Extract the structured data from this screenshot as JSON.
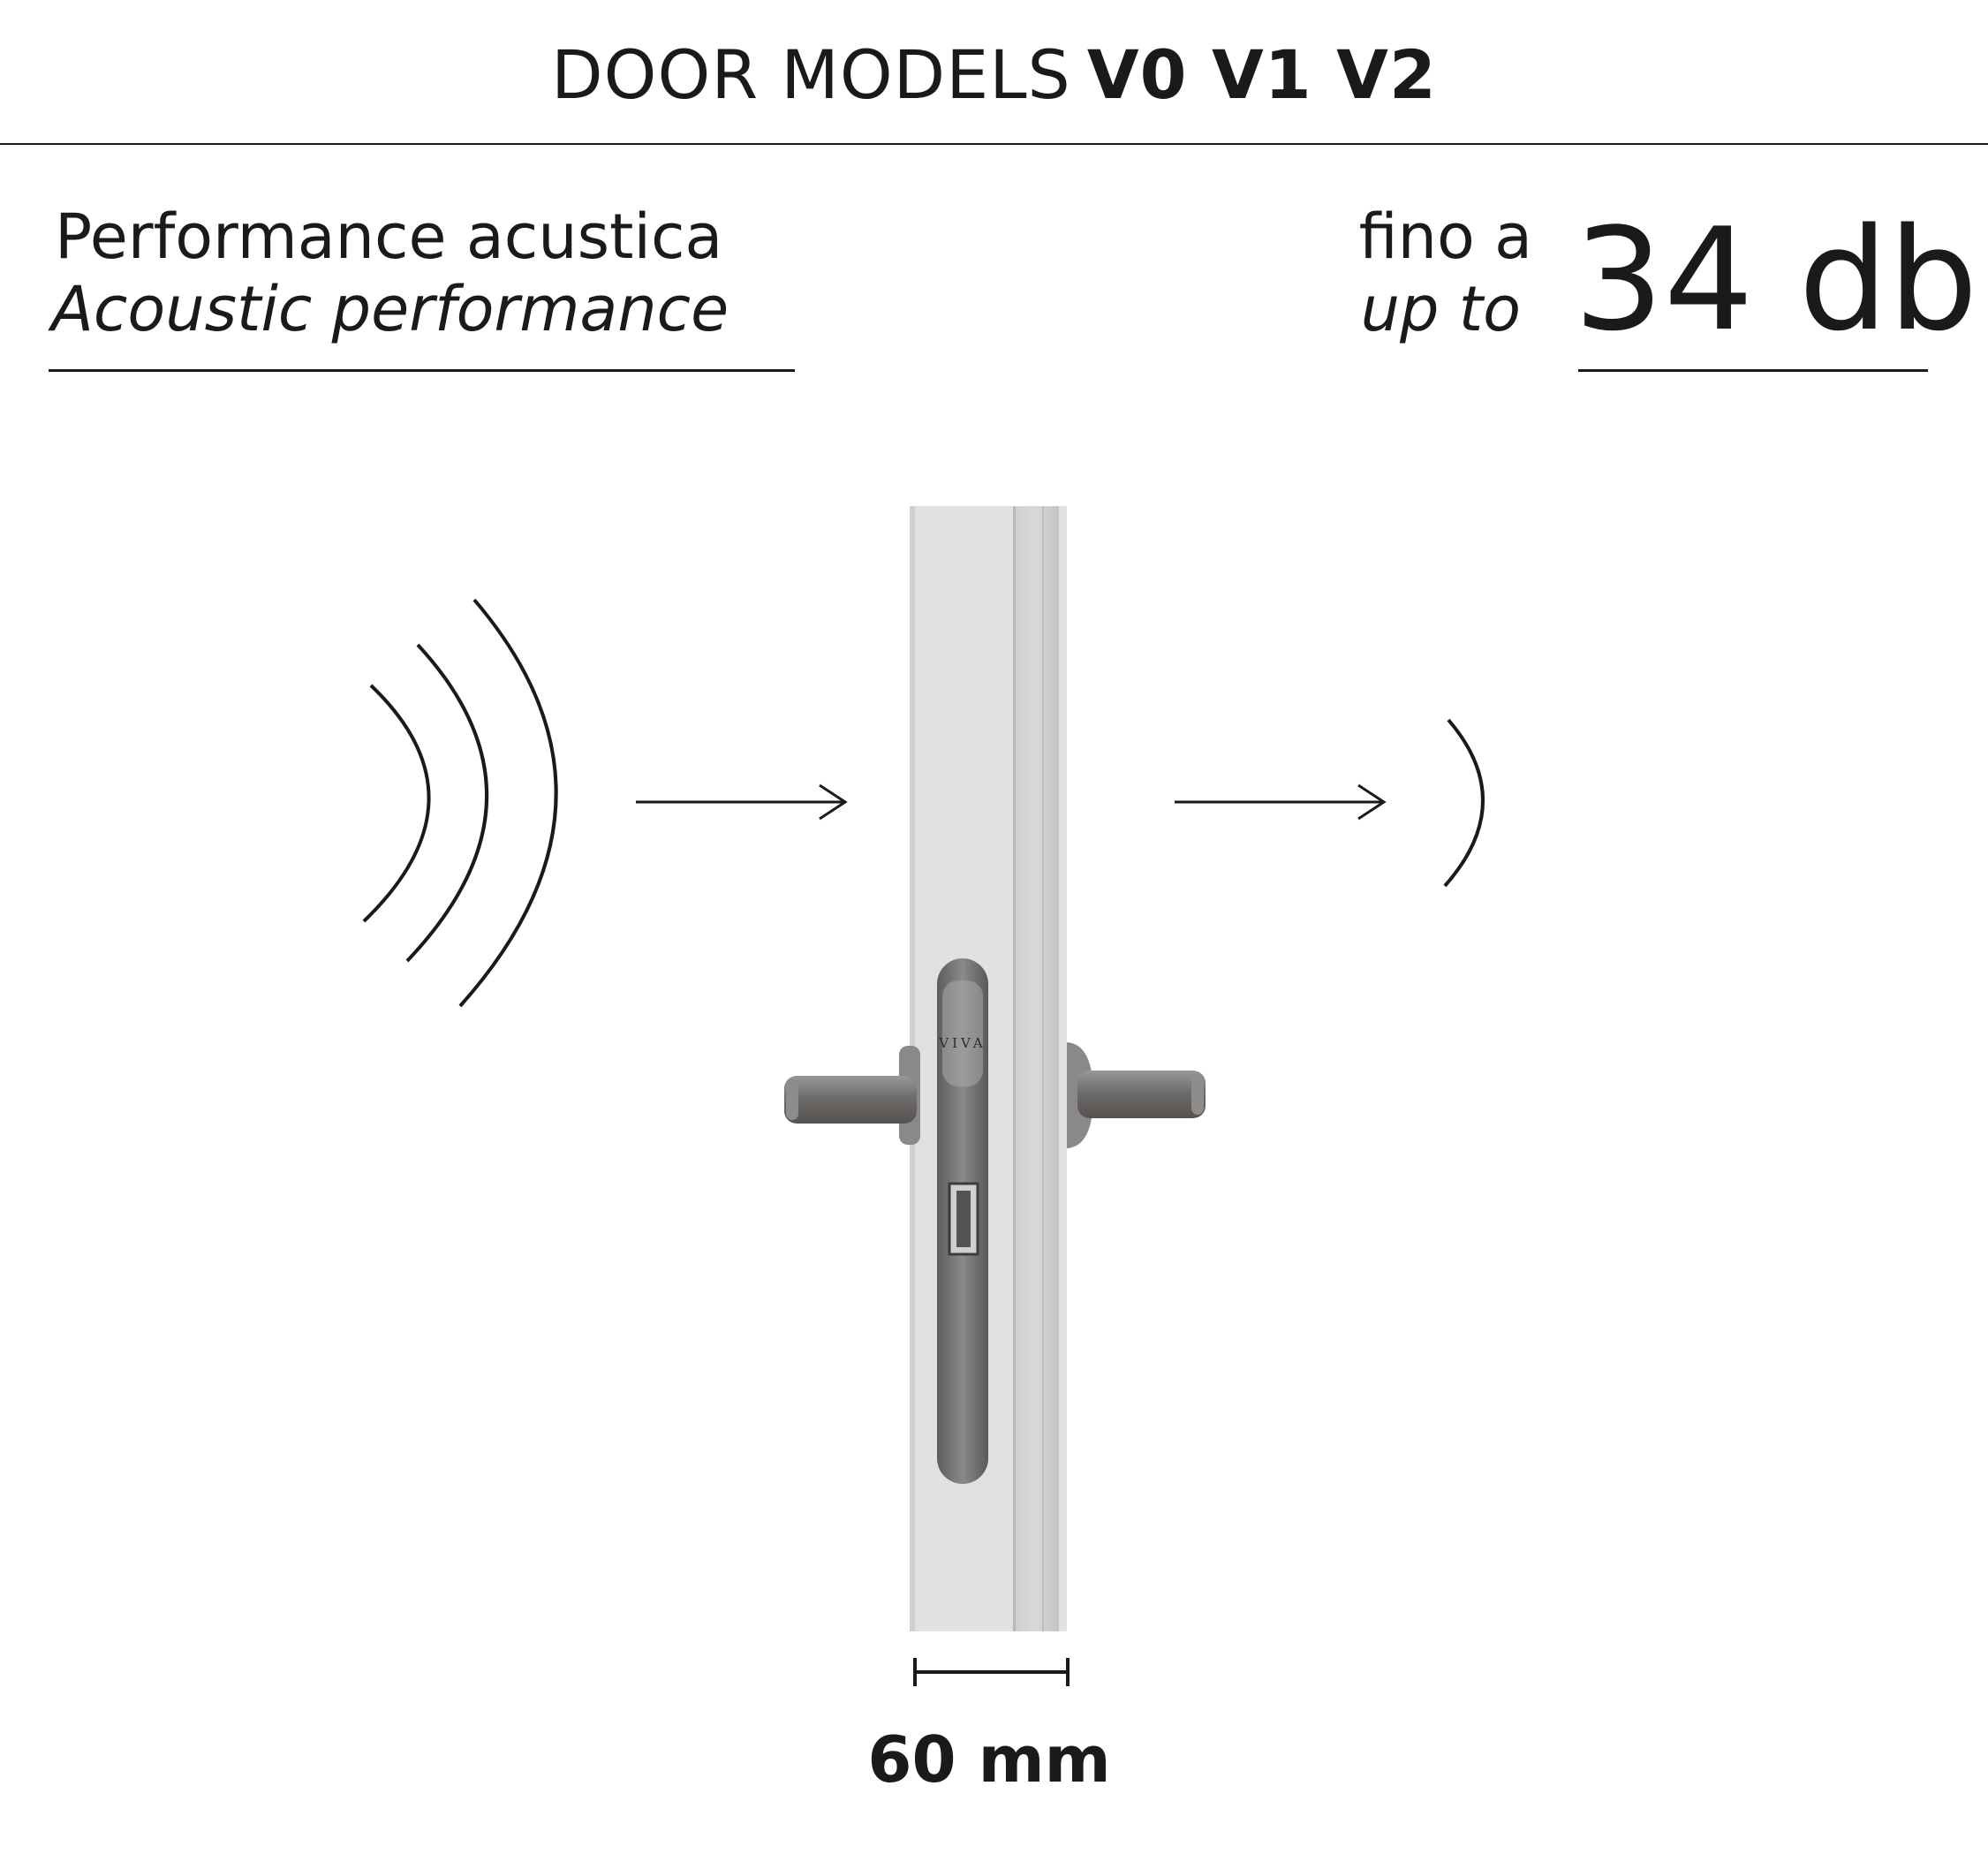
{
  "header": {
    "title": "DOOR MODELS",
    "models": "V0 V1 V2"
  },
  "performance": {
    "label_it": "Performance acustica",
    "label_en": "Acoustic performance"
  },
  "value_block": {
    "prefix_it": "fino a",
    "prefix_en": "up to",
    "value": "34 db"
  },
  "door": {
    "brand": "VIVA",
    "thickness": "60 mm"
  },
  "colors": {
    "text": "#1a1a1a",
    "door_face": "#e1e1e1",
    "handle": "#7a7877"
  }
}
